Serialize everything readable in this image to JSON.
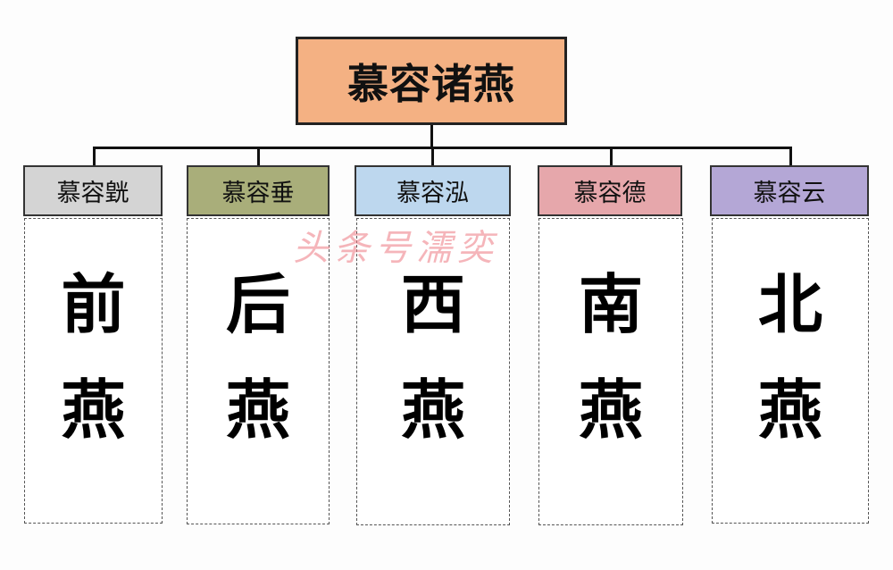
{
  "diagram": {
    "root": {
      "label": "慕容诸燕",
      "color": "#f4b183"
    },
    "children": [
      {
        "name": "慕容皝",
        "color": "#d4d4d4",
        "state_chars": [
          "前",
          "燕"
        ]
      },
      {
        "name": "慕容垂",
        "color": "#a9ae7a",
        "state_chars": [
          "后",
          "燕"
        ]
      },
      {
        "name": "慕容泓",
        "color": "#bdd7ee",
        "state_chars": [
          "西",
          "燕"
        ]
      },
      {
        "name": "慕容德",
        "color": "#e6a7ab",
        "state_chars": [
          "南",
          "燕"
        ]
      },
      {
        "name": "慕容云",
        "color": "#b4a7d6",
        "state_chars": [
          "北",
          "燕"
        ]
      }
    ],
    "watermark": "头条号濡奕"
  }
}
